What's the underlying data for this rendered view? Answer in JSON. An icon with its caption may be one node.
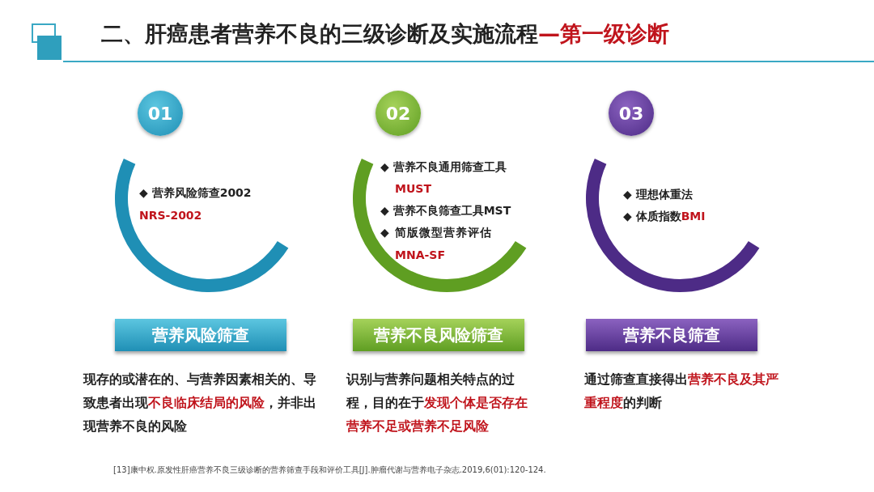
{
  "diagram": {
    "title": "二、肝癌患者营养不良的三级诊断及实施流程**—第一级诊断**",
    "nodes": [
      {
        "text": [
          "01"
        ]
      },
      {
        "text": [
          "02"
        ]
      },
      {
        "text": [
          "03"
        ]
      },
      {
        "text": [
          "营养风险筛查"
        ]
      },
      {
        "text": [
          "营养不良风险筛查"
        ]
      },
      {
        "text": [
          "营养不良筛查"
        ]
      }
    ],
    "edges": [],
    "labels": [
      "◆ 营养风险筛查2002",
      "NRS-2002",
      "◆ 营养不良通用筛查工具",
      "MUST",
      "◆ 营养不良筛查工具MST",
      "◆ 简版微型营养评估",
      "MNA-SF",
      "◆ 理想体重法",
      "◆ 体质指数**BMI**",
      "现存的或潜在的、与营养因素相关的、导致患者出现**不良临床结局的风险**，并非出现营养不良的风险",
      "识别与营养问题相关特点的过程，目的在于**发现个体是否存在营养不足或营养不足风险**",
      "通过筛查直接得出**营养不良及其严重程度**的判断",
      "[13]康中权.原发性肝癌营养不良三级诊断的营养筛查手段和评价工具[J].肿瘤代谢与营养电子杂志.2019,6(01):120-124."
    ]
  }
}
